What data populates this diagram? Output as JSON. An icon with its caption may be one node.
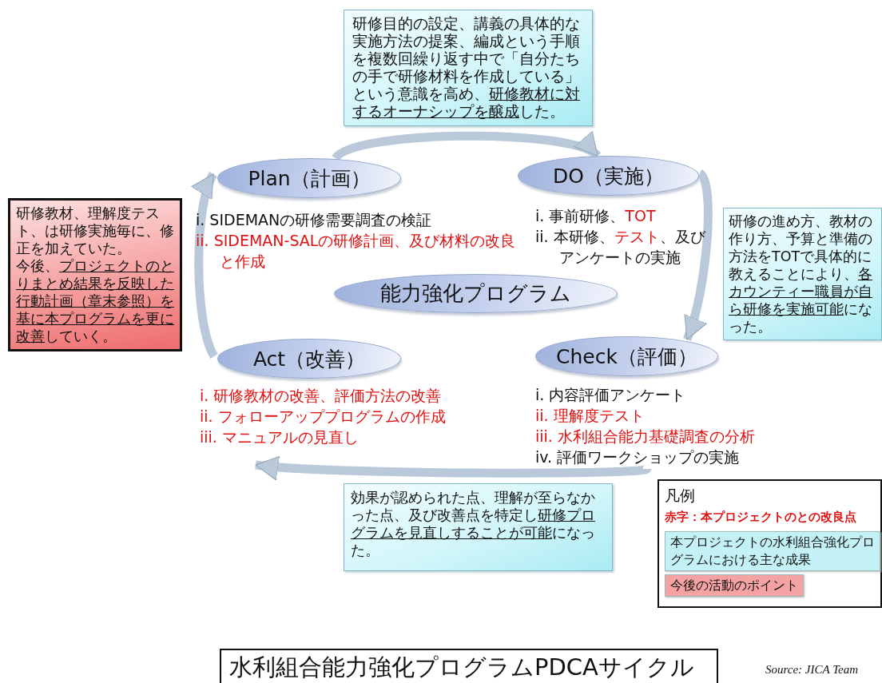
{
  "diagram": {
    "title": "水利組合能力強化プログラムPDCAサイクル",
    "caption": "Source: JICA Team",
    "nodes": [
      {
        "text": [
          "研修目的の設定、講義の具体的な実施方法の提案、編成という手順を複数回繰り返す中で「自分たちの手で研修材料を作成している」という意識を高め、**研修教材に対するオーナシップを醸成**した。"
        ]
      },
      {
        "text": [
          "Plan（計画）"
        ],
        "beside": [
          "i. SIDEMANの研修需要調査の検証",
          "ii. SIDEMAN-SALの研修計画、及び材料の改良と作成"
        ]
      },
      {
        "text": [
          "DO（実施）"
        ],
        "beside": [
          "i. 事前研修、*TOT*",
          "ii. 本研修、*テスト*、及びアンケートの実施"
        ]
      },
      {
        "text": [
          "研修教材、理解度テスト、は研修実施毎に、修正を加えていた。",
          "今後、**プロジェクトのとりまとめ結果を反映した行動計画（章末参照）を基に本プログラムを更に改善**していく。"
        ]
      },
      {
        "text": [
          "研修の進め方、教材の作り方、予算と準備の方法をTOTで具体的に教えることにより、**各カウンティー職員が自ら研修を実施可能**になった。"
        ]
      },
      {
        "text": [
          "能力強化プログラム"
        ]
      },
      {
        "text": [
          "Act（改善）"
        ],
        "beside": [
          "i. 研修教材の改善、評価方法の改善",
          "ii. フォローアッププログラムの作成",
          "iii. マニュアルの見直し"
        ]
      },
      {
        "text": [
          "Check（評価）"
        ],
        "beside": [
          "i. 内容評価アンケート",
          "ii. 理解度テスト",
          "iii. 水利組合能力基礎調査の分析",
          "iv. 評価ワークショップの実施"
        ]
      },
      {
        "text": [
          "効果が認められた点、理解が至らなかった点、及び改善点を特定し**研修プログラムを見直しすることが可能**になった。"
        ]
      }
    ],
    "edges": [
      {
        "from": 1,
        "to": 2,
        "arrow": "to"
      },
      {
        "from": 2,
        "to": 7,
        "arrow": "to"
      },
      {
        "from": 7,
        "to": 6,
        "arrow": "to"
      },
      {
        "from": 6,
        "to": 1,
        "arrow": "to"
      }
    ],
    "labels": [
      "凡例"
    ],
    "legend": [
      {
        "text": "赤字：本プロジェクトのとの改良点"
      },
      {
        "text": "本プロジェクトの水利組合強化プログラムにおける主な成果",
        "color": "#c4f1f6"
      },
      {
        "text": "今後の活動のポイント",
        "color": "#f4a2a2"
      }
    ]
  }
}
